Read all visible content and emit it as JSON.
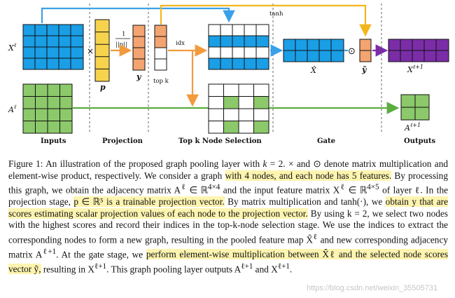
{
  "diagram": {
    "stages": [
      "Inputs",
      "Projection",
      "Top k Node Selection",
      "Gate",
      "Outputs"
    ],
    "x_l": "X",
    "a_l": "A",
    "sup_l": "ℓ",
    "sup_l1": "ℓ+1",
    "p": "p",
    "y": "y",
    "one": "1",
    "norm_p": "||p||",
    "idx": "idx",
    "top_k": "top k",
    "tanh": "tanh",
    "x_hat": "X̂",
    "y_tilde": "ỹ",
    "colors": {
      "blue": "#1a9ee6",
      "green": "#8cc96a",
      "yellow": "#f7d34d",
      "orange": "#f4a470",
      "purple": "#7b2da8",
      "arrow_blue": "#3aa0e8",
      "arrow_orange": "#f39a3d",
      "arrow_yellow": "#f5b51e",
      "arrow_green": "#5aad3e",
      "arrow_purple": "#7b2da8"
    }
  },
  "caption": {
    "s1": "Figure 1: An illustration of the proposed graph pooling layer with ",
    "s2": "k",
    "s3": " = 2. × and ⊙ denote matrix multiplication and element-wise product, respectively. We consider a graph ",
    "h1": "with 4 nodes, and each node has 5 features.",
    "s4": " By processing this graph, we obtain the adjacency matrix A",
    "s5": "ℓ",
    "s6": " ∈ ℝ",
    "s7": "4×4",
    "s8": " and the input feature matrix X",
    "s9": "ℓ",
    "s10": " ∈ ℝ",
    "s11": "4×5",
    "s12": " of layer ℓ. In the projection stage, ",
    "h2": "p ∈ ℝ⁵ is a trainable projection vector.",
    "s13": " By matrix multiplication and tanh(·), we ",
    "h3": "obtain y that are scores estimating scalar projection values of each node to the projection vector.",
    "s14": " By using k = 2, we select two nodes with the highest scores and record their indices in the top-k-node selection stage. We use the indices to extract the corresponding nodes to form a new graph, resulting in the pooled feature map X̂",
    "s15": "ℓ",
    "s16": " and new corresponding adjacency matrix A",
    "s17": "ℓ+1",
    "s18": ". At the gate stage, we ",
    "h4": "perform element-wise multiplication between X̂ℓ and the selected node scores vector ỹ,",
    "s19": " resulting in X",
    "s20": "ℓ+1",
    "s21": ". This graph pooling layer outputs A",
    "s22": "ℓ+1",
    "s23": " and X",
    "s24": "ℓ+1",
    "s25": "."
  },
  "watermark": "https://blog.csdn.net/weixin_35505731"
}
